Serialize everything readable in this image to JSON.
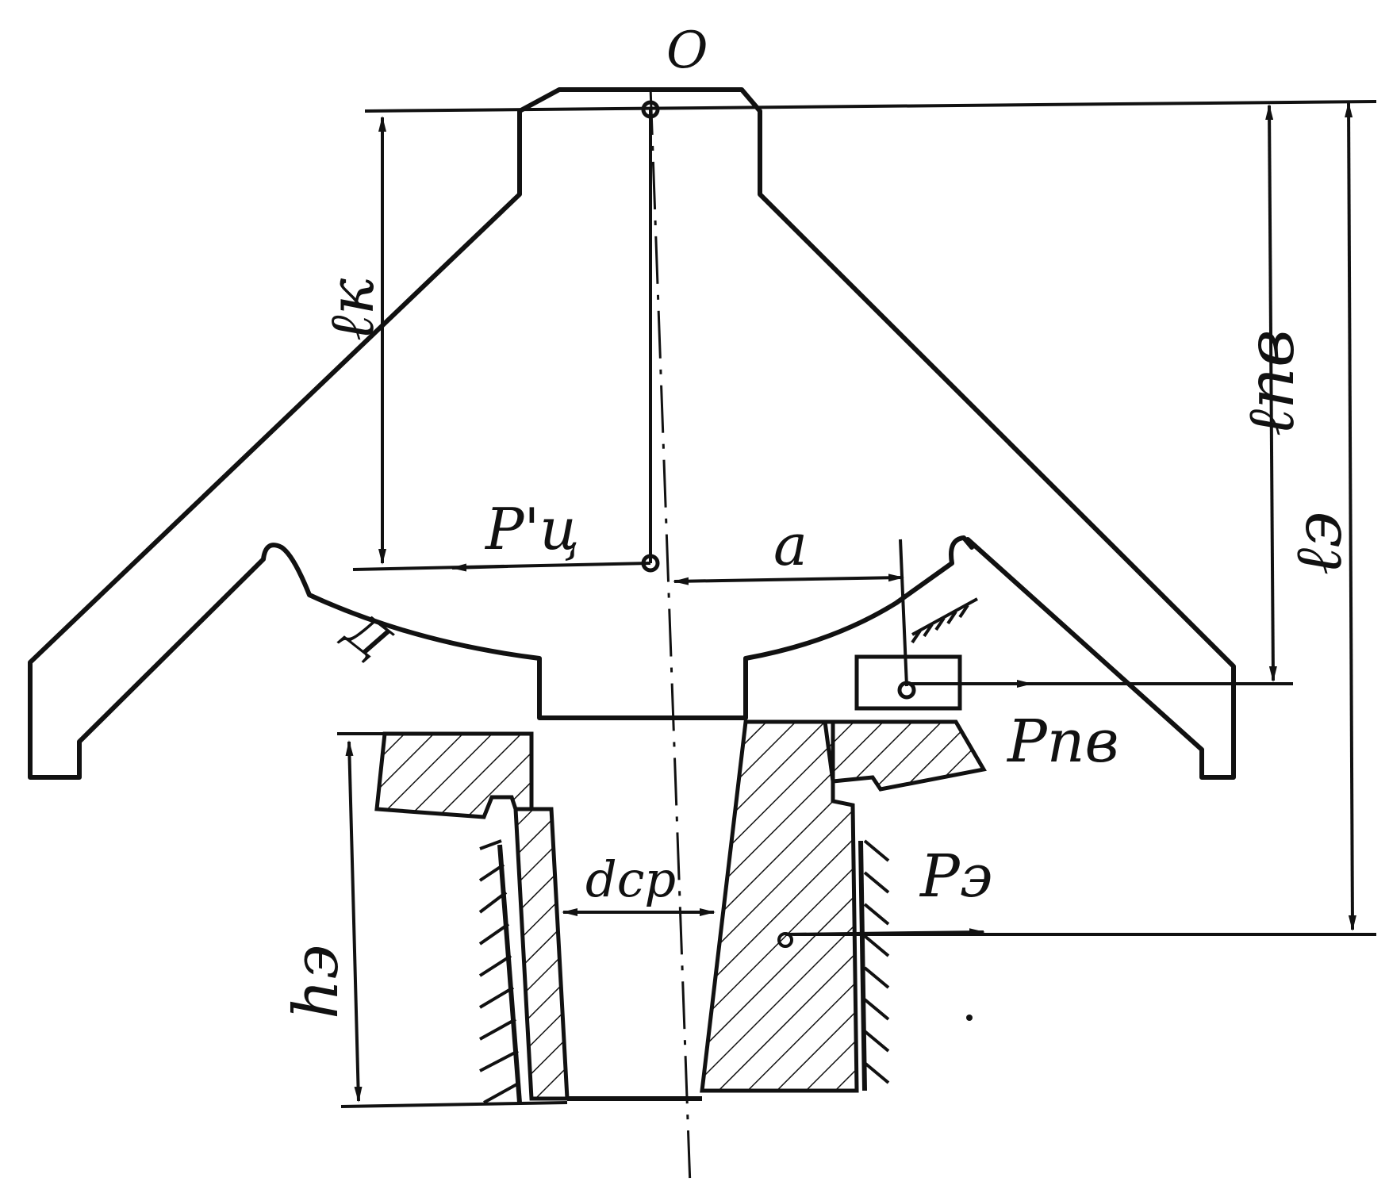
{
  "labels": {
    "origin": "O",
    "l_k": "ℓк",
    "l_pv": "ℓпв",
    "l_e": "ℓэ",
    "p_c": "P'ц",
    "a": "a",
    "p_pv": "Pпв",
    "p_e": "Pэ",
    "d_cp": "dср",
    "h_e": "hэ",
    "mark_d": "Д"
  },
  "colors": {
    "ink": "#111111",
    "paper": "#ffffff"
  }
}
